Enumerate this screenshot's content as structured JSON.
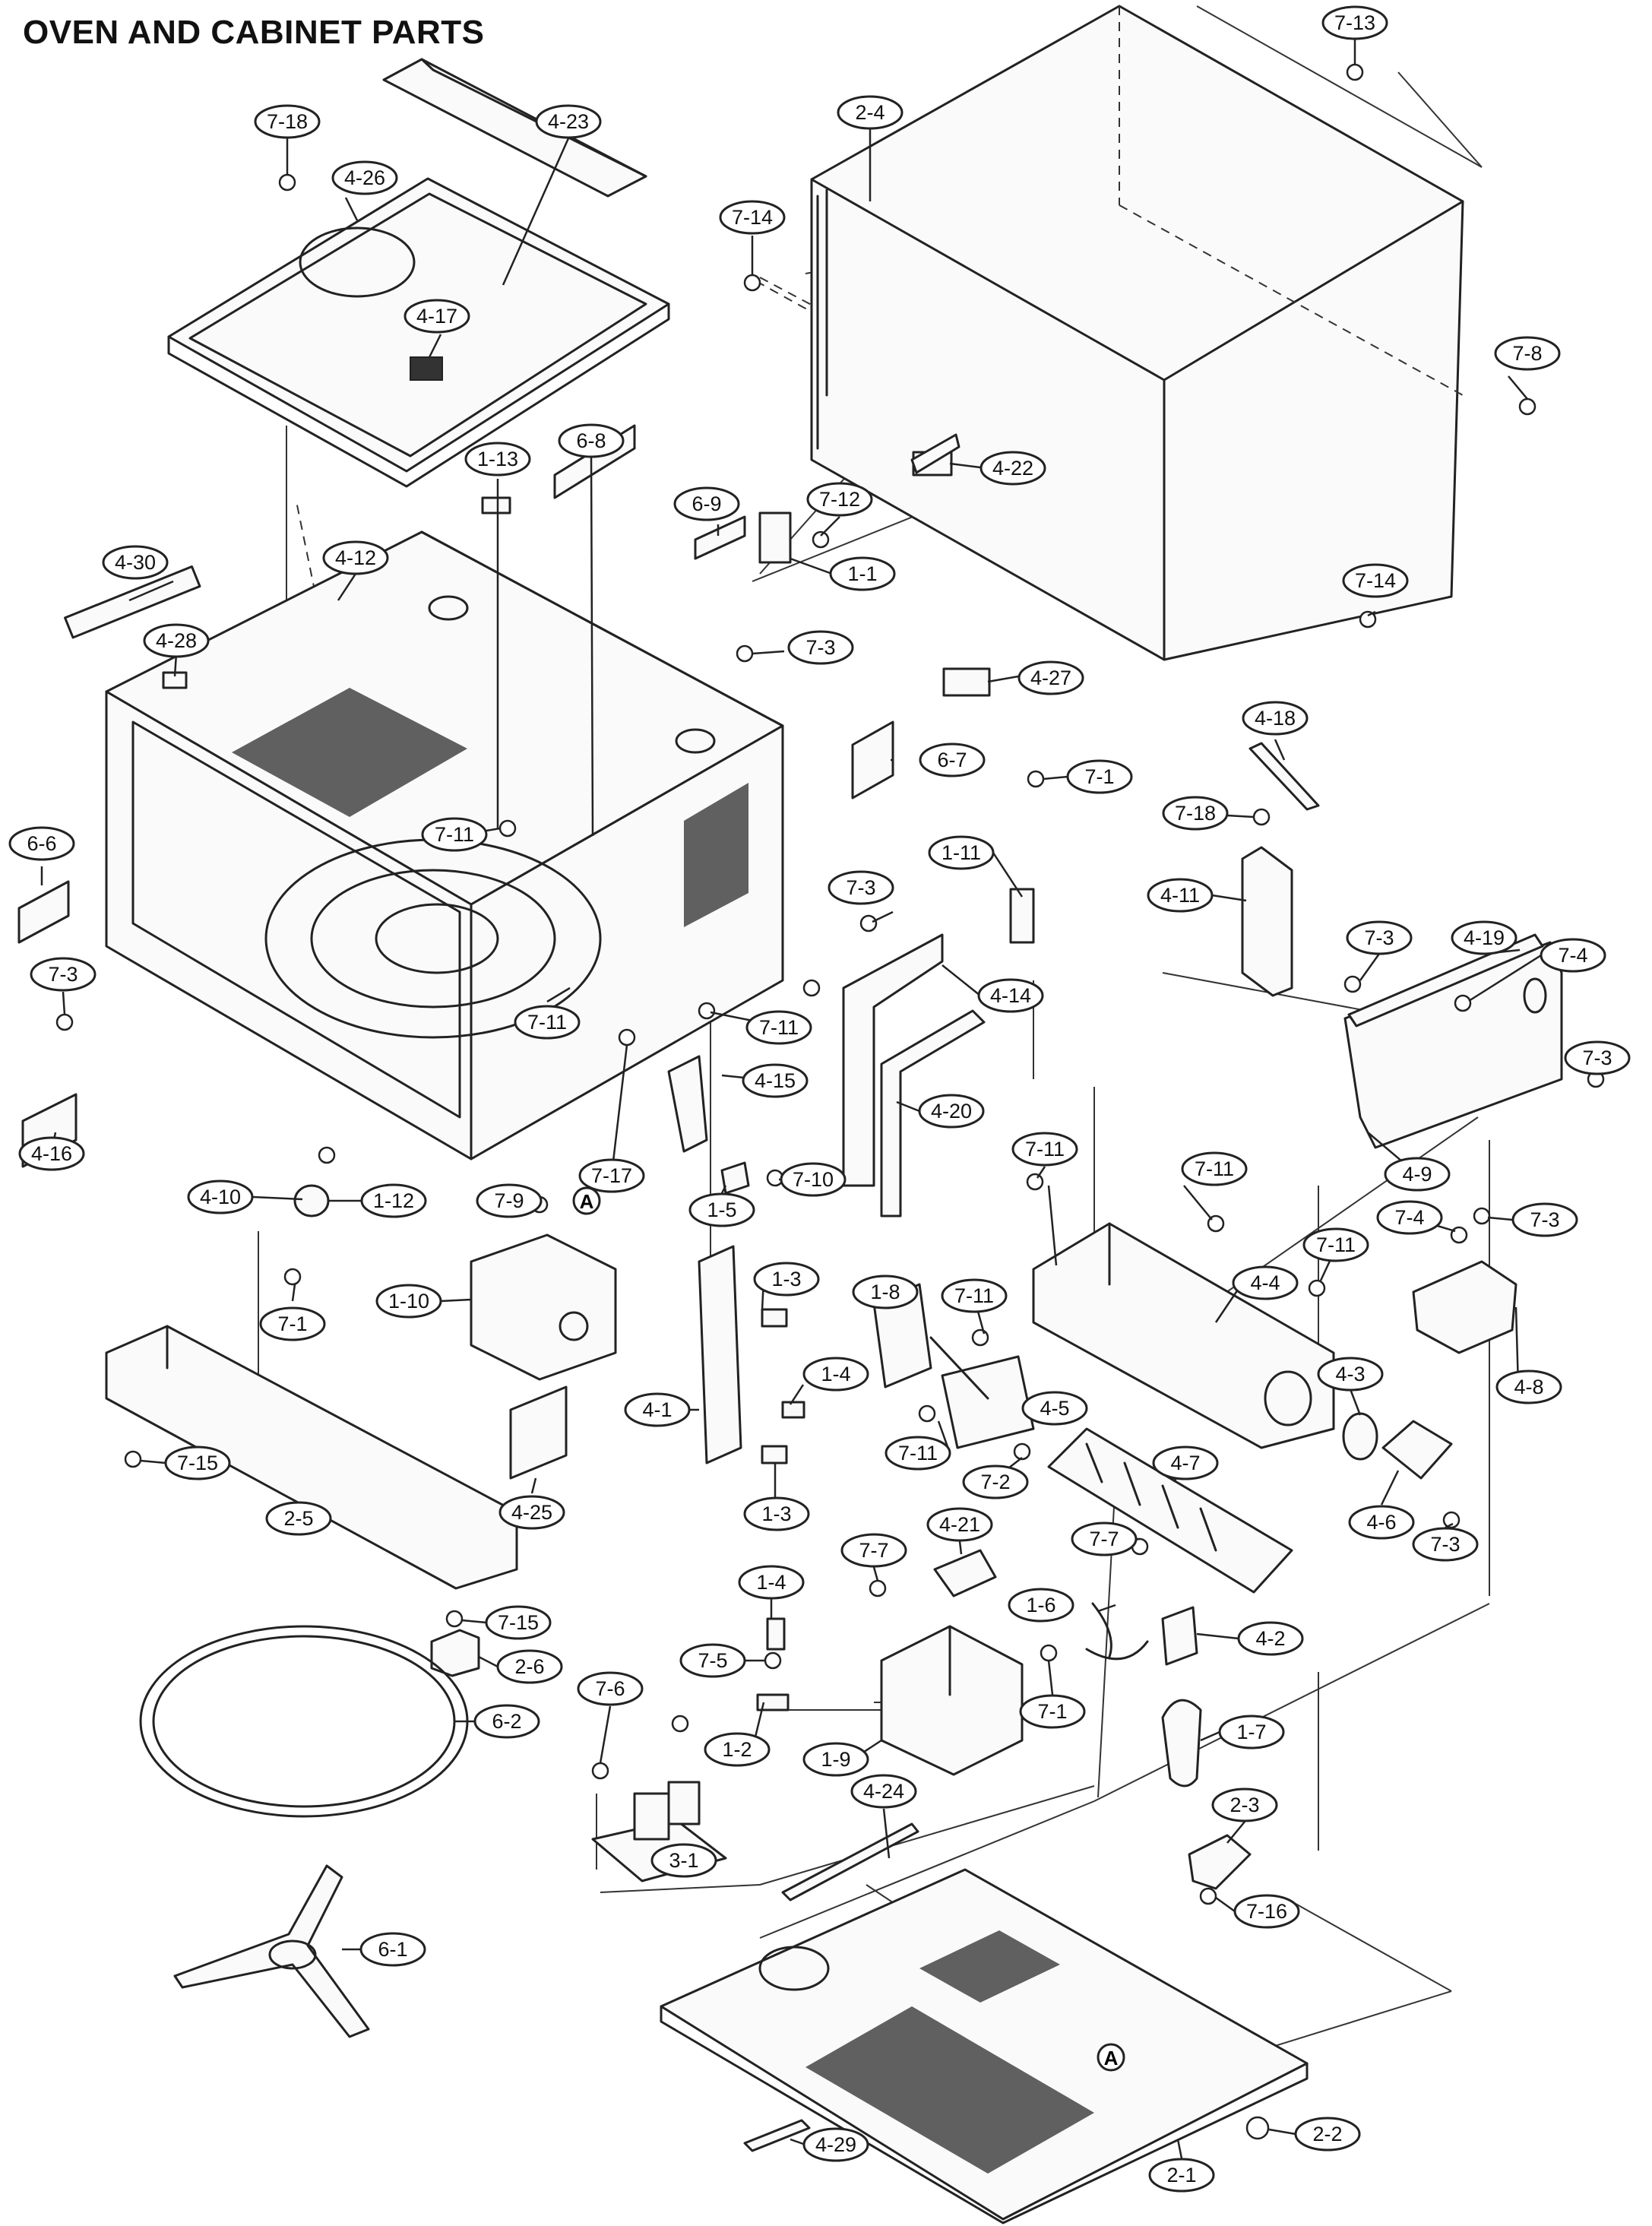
{
  "title": "OVEN AND CABINET PARTS",
  "callouts": [
    {
      "label": "7-13"
    },
    {
      "label": "2-4"
    },
    {
      "label": "7-18"
    },
    {
      "label": "4-23"
    },
    {
      "label": "4-26"
    },
    {
      "label": "7-14"
    },
    {
      "label": "4-17"
    },
    {
      "label": "7-8"
    },
    {
      "label": "4-22"
    },
    {
      "label": "1-13"
    },
    {
      "label": "6-8"
    },
    {
      "label": "6-9"
    },
    {
      "label": "7-12"
    },
    {
      "label": "1-1"
    },
    {
      "label": "4-30"
    },
    {
      "label": "4-12"
    },
    {
      "label": "7-14"
    },
    {
      "label": "4-28"
    },
    {
      "label": "7-3"
    },
    {
      "label": "4-27"
    },
    {
      "label": "6-7"
    },
    {
      "label": "4-18"
    },
    {
      "label": "7-1"
    },
    {
      "label": "7-18"
    },
    {
      "label": "7-11"
    },
    {
      "label": "1-11"
    },
    {
      "label": "4-11"
    },
    {
      "label": "6-6"
    },
    {
      "label": "7-3"
    },
    {
      "label": "4-19"
    },
    {
      "label": "7-3"
    },
    {
      "label": "7-3"
    },
    {
      "label": "4-14"
    },
    {
      "label": "7-4"
    },
    {
      "label": "7-11"
    },
    {
      "label": "7-11"
    },
    {
      "label": "7-3"
    },
    {
      "label": "4-15"
    },
    {
      "label": "4-16"
    },
    {
      "label": "4-20"
    },
    {
      "label": "4-9"
    },
    {
      "label": "7-10"
    },
    {
      "label": "4-10"
    },
    {
      "label": "7-11"
    },
    {
      "label": "7-11"
    },
    {
      "label": "1-12"
    },
    {
      "label": "7-9"
    },
    {
      "label": "7-17"
    },
    {
      "label": "1-5"
    },
    {
      "label": "7-4"
    },
    {
      "label": "7-3"
    },
    {
      "label": "7-11"
    },
    {
      "label": "1-3"
    },
    {
      "label": "1-8"
    },
    {
      "label": "7-11"
    },
    {
      "label": "4-4"
    },
    {
      "label": "7-1"
    },
    {
      "label": "1-10"
    },
    {
      "label": "4-8"
    },
    {
      "label": "4-3"
    },
    {
      "label": "1-4"
    },
    {
      "label": "4-5"
    },
    {
      "label": "4-1"
    },
    {
      "label": "7-15"
    },
    {
      "label": "7-11"
    },
    {
      "label": "4-7"
    },
    {
      "label": "4-25"
    },
    {
      "label": "7-2"
    },
    {
      "label": "4-6"
    },
    {
      "label": "2-5"
    },
    {
      "label": "1-3"
    },
    {
      "label": "7-3"
    },
    {
      "label": "7-7"
    },
    {
      "label": "4-21"
    },
    {
      "label": "7-7"
    },
    {
      "label": "1-4"
    },
    {
      "label": "1-6"
    },
    {
      "label": "7-15"
    },
    {
      "label": "4-2"
    },
    {
      "label": "7-5"
    },
    {
      "label": "2-6"
    },
    {
      "label": "7-6"
    },
    {
      "label": "7-1"
    },
    {
      "label": "6-2"
    },
    {
      "label": "1-2"
    },
    {
      "label": "1-9"
    },
    {
      "label": "1-7"
    },
    {
      "label": "4-24"
    },
    {
      "label": "2-3"
    },
    {
      "label": "3-1"
    },
    {
      "label": "7-16"
    },
    {
      "label": "6-1"
    },
    {
      "label": "2-2"
    },
    {
      "label": "4-29"
    },
    {
      "label": "2-1"
    }
  ],
  "markers": [
    {
      "label": "A"
    },
    {
      "label": "A"
    }
  ]
}
